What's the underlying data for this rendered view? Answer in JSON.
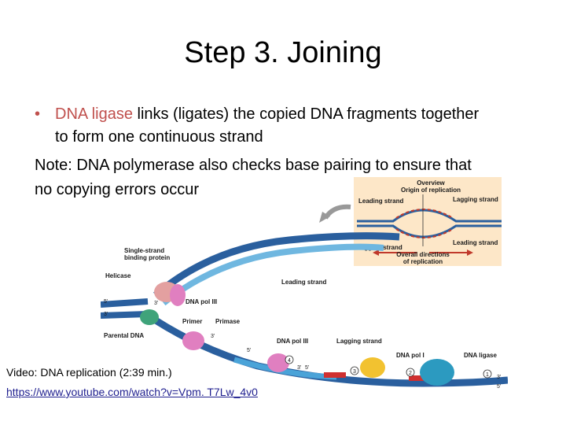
{
  "slide": {
    "title": "Step 3. Joining",
    "bullet": {
      "marker": "•",
      "highlight": "DNA ligase",
      "rest": " links (ligates) the copied DNA fragments together",
      "continuation": "to form one continuous strand"
    },
    "note_line1": "Note: DNA polymerase also checks base pairing to ensure that",
    "note_line2": "no copying errors occur",
    "video_label": "Video: DNA replication (2:39 min.)",
    "video_link": "https://www.youtube.com/watch?v=Vpm. T7Lw_4v0"
  },
  "diagram": {
    "inset": {
      "overview": "Overview",
      "origin": "Origin of replication",
      "leading_strand": "Leading strand",
      "lagging_strand": "Lagging strand",
      "leading_strand_2": "Leading strand",
      "lagging_strand_2": "Lagging strand",
      "overall_directions_1": "Overall directions",
      "overall_directions_2": "of replication"
    },
    "labels": {
      "ssb_1": "Single-strand",
      "ssb_2": "binding protein",
      "helicase": "Helicase",
      "leading_strand": "Leading strand",
      "five_prime_a": "5'",
      "three_prime_a": "3'",
      "three_prime_b": "3'",
      "dna_pol_iii_a": "DNA pol III",
      "primer": "Primer",
      "primase": "Primase",
      "parental_dna": "Parental DNA",
      "three_prime_c": "3'",
      "five_prime_b": "5'",
      "dna_pol_iii_b": "DNA pol III",
      "lagging_strand": "Lagging strand",
      "dna_pol_i": "DNA pol I",
      "dna_ligase": "DNA ligase",
      "step4": "4",
      "step3": "3",
      "step2": "2",
      "step1": "1",
      "three_prime_d": "3'",
      "five_prime_c": "5'",
      "three_prime_e": "3'",
      "five_prime_d": "5'"
    },
    "colors": {
      "strand_dark": "#2a5f9e",
      "strand_light": "#4aa3d8",
      "leading_new": "#6fb7e0",
      "fragment_red": "#d03030",
      "helicase": "#e3a0a0",
      "ssb": "#3fa37a",
      "pol": "#e07fc0",
      "ligase": "#2c9ac0",
      "pol_i": "#f2c230",
      "inset_bg": "#fde7c8",
      "arrow_red": "#c0392b"
    }
  }
}
